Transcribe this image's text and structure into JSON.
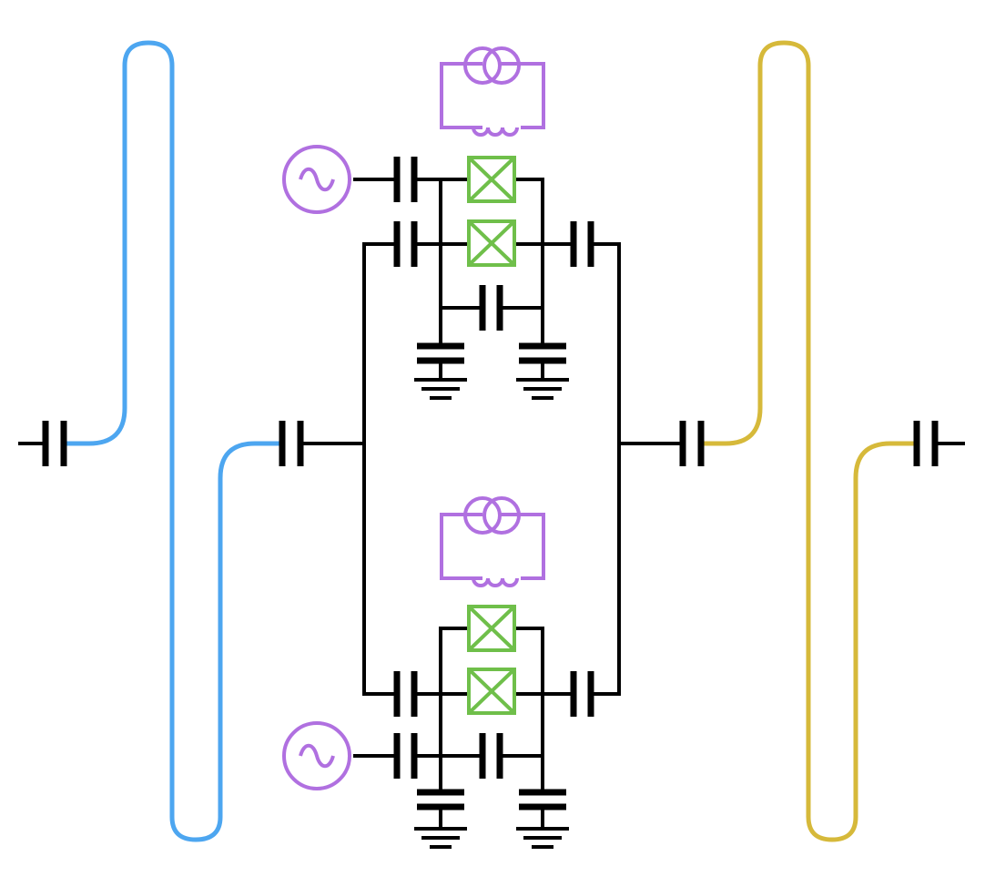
{
  "diagram": {
    "type": "superconducting-circuit-schematic",
    "colors": {
      "background": "#ffffff",
      "wire": "#000000",
      "resonator_left": "#4da6f0",
      "resonator_right": "#d6b93a",
      "josephson_junction": "#6fbf4a",
      "flux_line": "#b070e0",
      "drive_source": "#b070e0"
    },
    "icons": {
      "capacitor": "capacitor-icon",
      "ground": "ground-icon",
      "josephson_junction": "josephson-junction-icon",
      "ac_source": "ac-source-icon",
      "flux_transformer": "flux-transformer-icon"
    },
    "components": {
      "resonators": [
        "left-resonator",
        "right-resonator"
      ],
      "qubits": [
        "top-qubit",
        "bottom-qubit"
      ],
      "junctions_per_qubit": 2,
      "drive_sources": 2,
      "flux_bias_loops": 2
    }
  }
}
